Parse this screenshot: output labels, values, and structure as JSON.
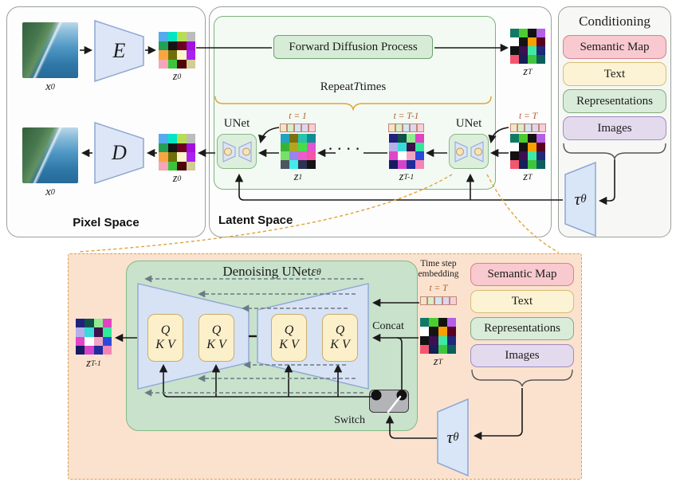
{
  "pixel_space": {
    "title": "Pixel Space",
    "encoder_label": "E",
    "decoder_label": "D",
    "x0_top": {
      "base": "x",
      "sub": "0"
    },
    "x0_bottom": {
      "base": "x",
      "sub": "0"
    },
    "z0_top": {
      "base": "z",
      "sub": "0"
    },
    "z0_bottom": {
      "base": "z",
      "sub": "0"
    }
  },
  "latent_space": {
    "title": "Latent Space",
    "forward_diffusion_label": "Forward Diffusion Process",
    "repeat": {
      "pre": "Repeat ",
      "var": "T",
      "post": " times"
    },
    "unet_left_label": "UNet",
    "unet_right_label": "UNet",
    "dots": "· · · ·",
    "z_T_top": {
      "base": "z",
      "sub": "T"
    },
    "z_1": {
      "base": "z",
      "sub": "1"
    },
    "z_T_minus_1": {
      "base": "z",
      "sub": "T-1"
    },
    "z_T_mid": {
      "base": "z",
      "sub": "T"
    },
    "t_1_label": "t = 1",
    "t_T_minus_1_label": "t = T-1",
    "t_T_label": "t = T"
  },
  "conditioning": {
    "title": "Conditioning",
    "items": [
      {
        "label": "Semantic Map",
        "bg": "#f8c9ce",
        "border": "#d4838f"
      },
      {
        "label": "Text",
        "bg": "#fcf3d4",
        "border": "#d6bd72"
      },
      {
        "label": "Representations",
        "bg": "#d9ecd9",
        "border": "#7fae7f"
      },
      {
        "label": "Images",
        "bg": "#e4daed",
        "border": "#9f8bbd"
      }
    ],
    "tau": {
      "base": "τ",
      "sub": "θ"
    }
  },
  "detail": {
    "title_pre": "Denoising UNet ",
    "title_var": "ε",
    "title_sub": "θ",
    "qkv_line1": "Q",
    "qkv_line2": "K V",
    "time_step_line1": "Time step",
    "time_step_line2": "embedding",
    "t_T_label": "t = T",
    "concat_label": "Concat",
    "switch_label": "Switch",
    "z_T": {
      "base": "z",
      "sub": "T"
    },
    "z_T_minus_1": {
      "base": "z",
      "sub": "T-1"
    },
    "tau": {
      "base": "τ",
      "sub": "θ"
    }
  },
  "grids": {
    "z0": [
      "#55aaee",
      "#00e6c3",
      "#b8dd55",
      "#bcbcbc",
      "#22a055",
      "#141414",
      "#6b0020",
      "#a011dd",
      "#f9a640",
      "#6f6f0a",
      "#fdf5c9",
      "#aa22ee",
      "#f4a7b6",
      "#3ac43a",
      "#4d0505",
      "#d2cc95"
    ],
    "zT": [
      "#117a66",
      "#4ccc30",
      "#121212",
      "#b35fe8",
      "#ffffff",
      "#141414",
      "#f9a000",
      "#5a0020",
      "#121212",
      "#3c1050",
      "#3fe9a4",
      "#202878",
      "#f4566d",
      "#142057",
      "#3fc43f",
      "#0e5e5e"
    ],
    "z1": [
      "#22a3c4",
      "#7d6f12",
      "#25c4ab",
      "#128c94",
      "#36b336",
      "#b3a424",
      "#46dd46",
      "#e055d2",
      "#77e066",
      "#9486ea",
      "#ea5ccc",
      "#f455a6",
      "#4c5560",
      "#44eaea",
      "#2c3450",
      "#141414"
    ],
    "zT1": [
      "#20207d",
      "#105048",
      "#92ea92",
      "#e042c2",
      "#b6afea",
      "#38dada",
      "#40104a",
      "#30ea9c",
      "#e244ca",
      "#ffffff",
      "#f2a4c2",
      "#2c4ada",
      "#141b63",
      "#d444ca",
      "#1e2c9c",
      "#f484b4"
    ],
    "time_strip": [
      "#f4e4c4",
      "#d8eec8",
      "#d0e6f4",
      "#ded6f0",
      "#f6ced8"
    ]
  },
  "colors": {
    "arrow": "#1a1a1a",
    "skip_connection": "#6b7b85",
    "brace_orange": "#e2a23a",
    "brace_gray": "#555555",
    "strip_border": "#c08878",
    "time_label": "#b15b28"
  }
}
